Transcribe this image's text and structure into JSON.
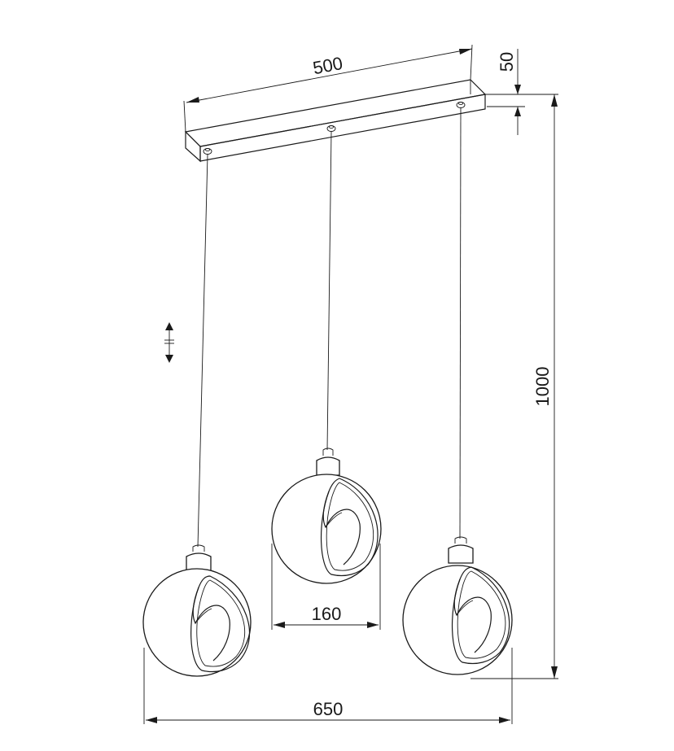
{
  "dimensions": {
    "canopy_length": "500",
    "canopy_height": "50",
    "total_height": "1000",
    "shade_diameter": "160",
    "total_width": "650"
  },
  "adjustable_symbol": "↕"
}
